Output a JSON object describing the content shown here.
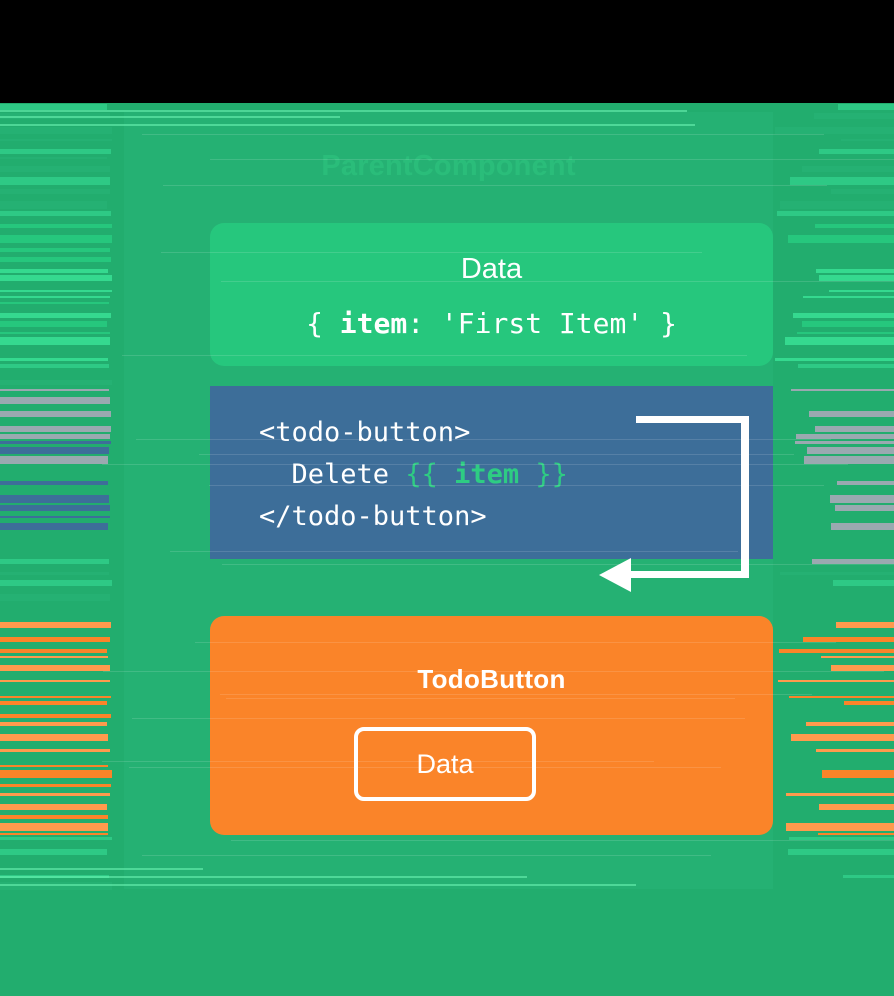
{
  "diagram": {
    "title": "ParentComponent",
    "parent_card": {
      "heading": "Data",
      "code": "{ item: 'First Item' }",
      "code_prefix": "{ ",
      "code_key": "item",
      "code_suffix": ": 'First Item' }"
    },
    "template_card": {
      "line1": "<todo-button>",
      "line2_text": "  Delete ",
      "line2_mustache_open": "{{ ",
      "line2_binding": "item",
      "line2_mustache_close": " }}",
      "line3": "</todo-button>"
    },
    "child_card": {
      "title": "TodoButton",
      "prop_label": "Data"
    },
    "connector": {
      "arrow": "arrow-left"
    }
  },
  "colors": {
    "page_background": "#22ad6e",
    "panel_background": "#25b173",
    "data_card": "#26c77d",
    "template_card": "#3d6e99",
    "child_card": "#fa8429",
    "accent_text": "#2ecc83",
    "connector": "#ffffff",
    "glitch_gray": "#9aa9b0",
    "letterbox": "#000000"
  },
  "glitch": {
    "left_band_width": 112,
    "description": "horizontal-scanline-displacement"
  }
}
